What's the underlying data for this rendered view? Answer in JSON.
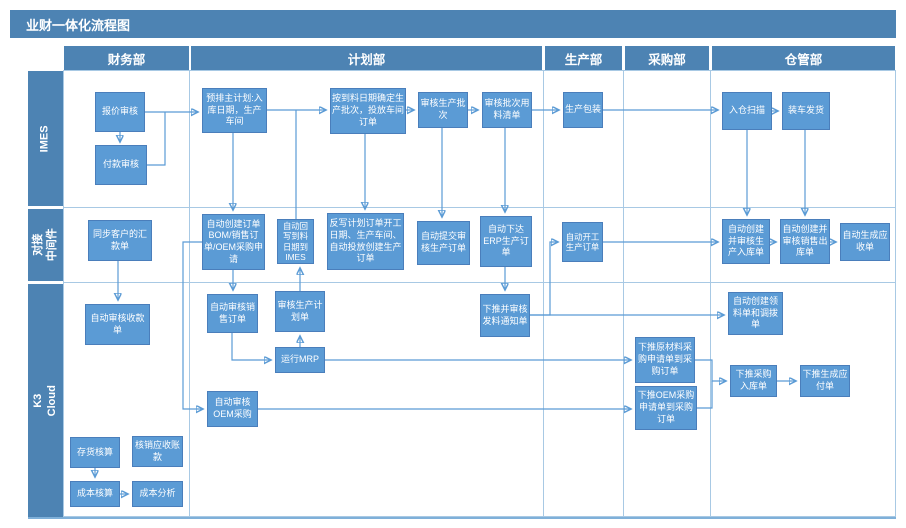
{
  "title": "业财一体化流程图",
  "colors": {
    "bar": "#4d83b3",
    "box": "#5b9bd5",
    "grid": "#a8c9e4",
    "text": "#ffffff"
  },
  "columns": [
    {
      "label": "财务部"
    },
    {
      "label": "计划部"
    },
    {
      "label": "生产部"
    },
    {
      "label": "采购部"
    },
    {
      "label": "仓管部"
    }
  ],
  "rows": [
    {
      "label": "IMES"
    },
    {
      "label": "对接\n中间件"
    },
    {
      "label": "K3 Cloud"
    }
  ],
  "nodes": [
    {
      "label": "报价审核"
    },
    {
      "label": "付款审核"
    },
    {
      "label": "预排主计划:入库日期，生产车间"
    },
    {
      "label": "按到料日期确定生产批次，投放车间订单"
    },
    {
      "label": "审核生产批次"
    },
    {
      "label": "审核批次用料清单"
    },
    {
      "label": "生产包装"
    },
    {
      "label": "入仓扫描"
    },
    {
      "label": "装车发货"
    },
    {
      "label": "同步客户的汇款单"
    },
    {
      "label": "自动创建订单BOM/销售订单/OEM采购申请"
    },
    {
      "label": "自动回写到料日期到IMES"
    },
    {
      "label": "反写计划订单开工日期、生产车间、自动投放创建生产订单"
    },
    {
      "label": "自动提交审核生产订单"
    },
    {
      "label": "自动下达ERP生产订单"
    },
    {
      "label": "自动开工生产订单"
    },
    {
      "label": "自动创建并审核生产入库单"
    },
    {
      "label": "自动创建并审核销售出库单"
    },
    {
      "label": "自动生成应收单"
    },
    {
      "label": "自动审核收款单"
    },
    {
      "label": "自动审核销售订单"
    },
    {
      "label": "审核生产计划单"
    },
    {
      "label": "运行MRP"
    },
    {
      "label": "自动审核OEM采购"
    },
    {
      "label": "下推并审核发料通知单"
    },
    {
      "label": "下推原材料采购申请单到采购订单"
    },
    {
      "label": "下推OEM采购申请单到采购订单"
    },
    {
      "label": "自动创建领料单和调拨单"
    },
    {
      "label": "下推采购入库单"
    },
    {
      "label": "下推生成应付单"
    },
    {
      "label": "存货核算"
    },
    {
      "label": "核销应收账款"
    },
    {
      "label": "成本核算"
    },
    {
      "label": "成本分析"
    }
  ]
}
